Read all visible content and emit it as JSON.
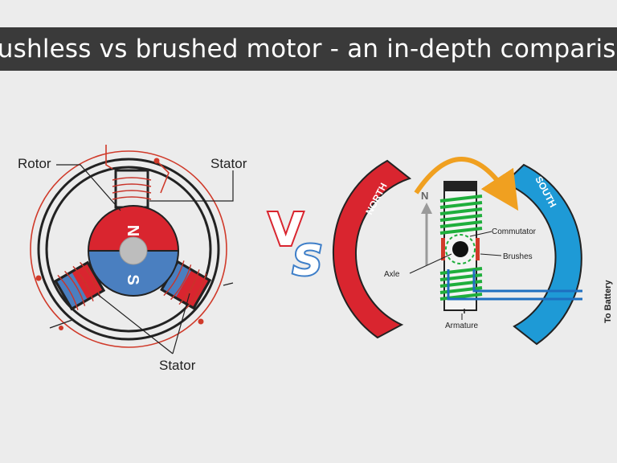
{
  "title": "Brushless vs brushed motor - an in-depth comparison",
  "brushless": {
    "labels": {
      "rotor": "Rotor",
      "stator_top": "Stator",
      "stator_bottom": "Stator",
      "pole_n": "N",
      "pole_s": "S"
    }
  },
  "versus": {
    "v": "V",
    "s": "S"
  },
  "brushed": {
    "labels": {
      "north": "NORTH",
      "south": "SOUTH",
      "field_n": "N",
      "commutator": "Commutator",
      "brushes": "Brushes",
      "axle": "Axle",
      "armature": "Armature",
      "to_battery": "To Battery"
    }
  },
  "colors": {
    "north_magnet": "#d9252f",
    "south_magnet": "#1e9ad6",
    "coil_green": "#1fae3c",
    "rotation_arrow": "#f0a020",
    "wire_red": "#d03a2a",
    "title_bg": "#3a3a3a"
  }
}
